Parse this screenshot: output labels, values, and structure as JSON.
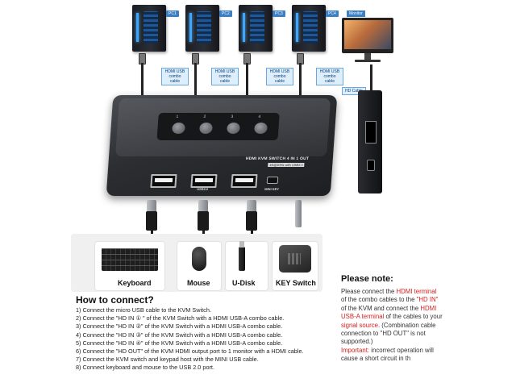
{
  "pcs": [
    {
      "tag": "PC1",
      "cable_tag": "HDMI USB combo cable"
    },
    {
      "tag": "PC2",
      "cable_tag": "HDMI USB combo cable"
    },
    {
      "tag": "PC3",
      "cable_tag": "HDMI USB combo cable"
    },
    {
      "tag": "PC4",
      "cable_tag": "HDMI USB combo cable"
    }
  ],
  "monitor": {
    "tag": "Monitor",
    "cable_tag": "HD Cable"
  },
  "kvm": {
    "title": "HDMI KVM SWITCH 4 IN 1 OUT",
    "subtitle": "4K@30Hz with USB2.0",
    "buttons": [
      "1",
      "2",
      "3",
      "4"
    ],
    "usb_label": "USB2.0",
    "mini_label": "MINI KEY"
  },
  "peripherals": [
    {
      "label": "Keyboard"
    },
    {
      "label": "Mouse"
    },
    {
      "label": "U-Disk"
    },
    {
      "label": "KEY Switch"
    }
  ],
  "how": {
    "title": "How to connect?",
    "steps": [
      "1) Connect the micro USB cable to the KVM Switch.",
      "2) Connect the \"HD IN ① \" of the KVM Switch with a HDMI USB-A combo cable.",
      "3) Connect the \"HD IN ②\" of the KVM Switch with a HDMI USB-A combo cable.",
      "4) Connect the \"HD IN ③\" of the KVM Switch with a HDMI USB-A combo cable.",
      "5) Connect the \"HD IN ④\" of the KVM Switch with a HDMI USB-A combo cable.",
      "6) Connect the \"HD OUT\" of the KVM HDMI output port to 1 monitor with a HDMI cable.",
      "7) Connect the KVM switch and keypad host with the MINI USB cable.",
      "8) Connect keyboard and mouse to the USB 2.0 port."
    ]
  },
  "note": {
    "title": "Please note:",
    "p1": "Please connect the ",
    "r1": "HDMI terminal",
    "p2": " of the combo cables to the ",
    "r2": "\"HD IN\"",
    "p3": " of the KVM and connect the ",
    "r3": "HDMI USB-A terminal",
    "p4": " of the cables to your ",
    "r4": "signal source",
    "p5": ". (Combination cable connection to \"HD OUT\" is not supported.)",
    "r5": "Important:",
    "p6": " incorrect operation will cause a short circuit in th"
  },
  "colors": {
    "accent_red": "#d81d1d",
    "tag_blue": "#3b7fc4"
  }
}
